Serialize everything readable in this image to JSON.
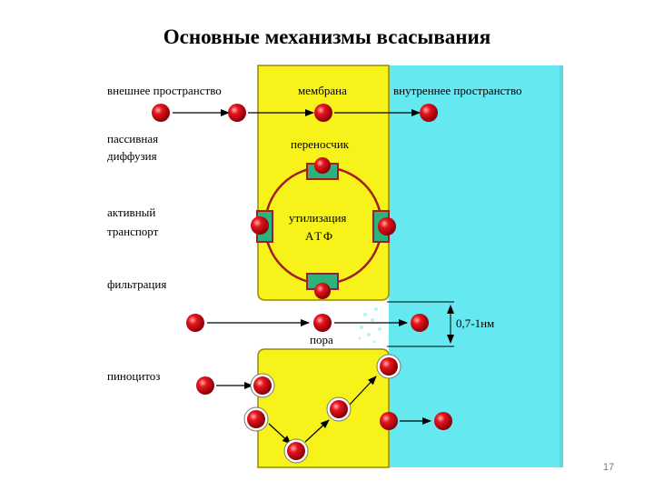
{
  "title": "Основные механизмы всасывания",
  "page_number": "17",
  "labels": {
    "outer_space": "внешнее пространство",
    "membrane": "мембрана",
    "inner_space": "внутреннее пространство",
    "passive_diffusion_1": "пассивная",
    "passive_diffusion_2": "диффузия",
    "carrier": "переносчик",
    "active_transport_1": "активный",
    "active_transport_2": "транспорт",
    "atp_utilization_1": "утилизация",
    "atp_utilization_2": "АТФ",
    "filtration": "фильтрация",
    "pore": "пора",
    "pore_size": "0,7-1нм",
    "pinocytosis": "пиноцитоз"
  },
  "colors": {
    "membrane": "#f7f21a",
    "inner_space": "#66e8f0",
    "particle": "#e8141c",
    "carrier": "#2cb27a",
    "carrier_ring": "#a01e24",
    "membrane_edge": "#9a8a00"
  }
}
